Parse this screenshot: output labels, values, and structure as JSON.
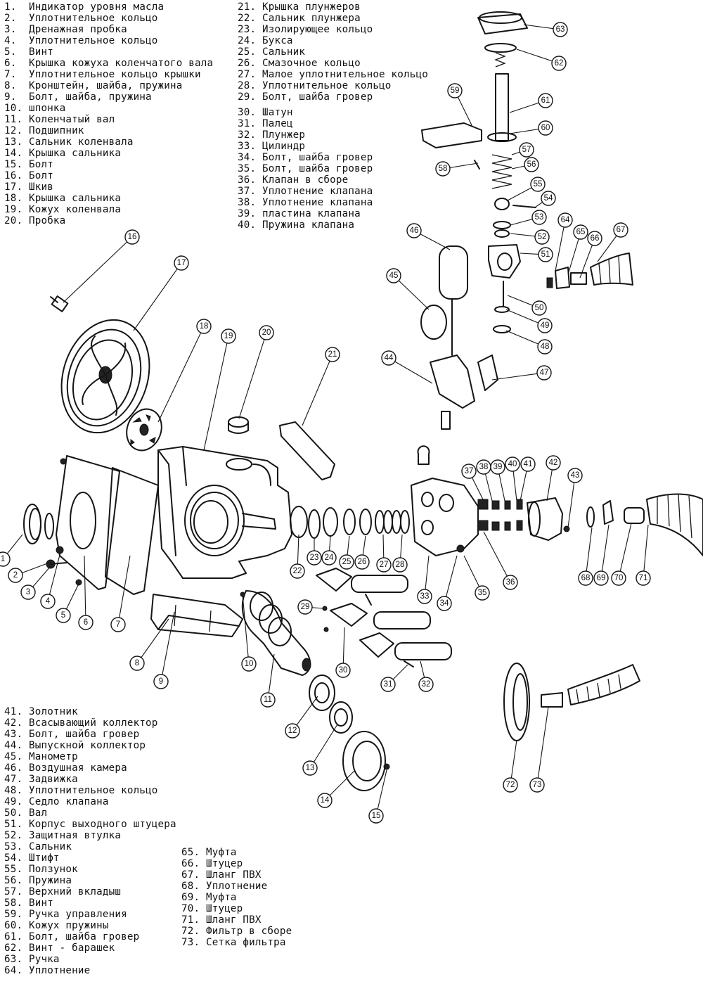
{
  "legend_top_left": [
    "1.  Индикатор уровня масла",
    "2.  Уплотнительное кольцо",
    "3.  Дренажная пробка",
    "4.  Уплотнительное кольцо",
    "5.  Винт",
    "6.  Крышка кожуха коленчатого вала",
    "7.  Уплотнительное кольцо крышки",
    "8.  Кронштейн, шайба, пружина",
    "9.  Болт, шайба, пружина",
    "10. шпонка",
    "11. Коленчатый вал",
    "12. Подшипник",
    "13. Сальник коленвала",
    "14. Крышка сальника",
    "15. Болт",
    "16. Болт",
    "17. Шкив",
    "18. Крышка сальника",
    "19. Кожух коленвала",
    "20. Пробка"
  ],
  "legend_top_right": [
    "21. Крышка плунжеров",
    "22. Сальник плунжера",
    "23. Изолирующее кольцо",
    "24. Букса",
    "25. Сальник",
    "26. Смазочное кольцо",
    "27. Малое уплотнительное кольцо",
    "28. Уплотнительное кольцо",
    "29. Болт, шайба гровер",
    "30. Шатун",
    "31. Палец",
    "32. Плунжер",
    "33. Цилиндр",
    "34. Болт, шайба гровер",
    "35. Болт, шайба гровер",
    "36. Клапан в сборе",
    "37. Уплотнение клапана",
    "38. Уплотнение клапана",
    "39. пластина клапана",
    "40. Пружина клапана"
  ],
  "legend_bottom_left": [
    "41. Золотник",
    "42. Всасывающий коллектор",
    "43. Болт, шайба гровер",
    "44. Выпускной коллектор",
    "45. Манометр",
    "46. Воздушная камера",
    "47. Задвижка",
    "48. Уплотнительное кольцо",
    "49. Седло клапана",
    "50. Вал",
    "51. Корпус выходного штуцера",
    "52. Защитная втулка",
    "53. Сальник",
    "54. Штифт",
    "55. Ползунок",
    "56. Пружина",
    "57. Верхний вкладыш",
    "58. Винт",
    "59. Ручка управления",
    "60. Кожух пружины",
    "61. Болт, шайба гровер",
    "62. Винт - барашек",
    "63. Ручка",
    "64. Уплотнение"
  ],
  "legend_bottom_right": [
    "65. Муфта",
    "66. Штуцер",
    "67. Шланг ПВХ",
    "68. Уплотнение",
    "69. Муфта",
    "70. Штуцер",
    "71. Шланг ПВХ",
    "72. Фильтр в сборе",
    "73. Сетка фильтра"
  ],
  "callouts": [
    "1",
    "2",
    "3",
    "4",
    "5",
    "6",
    "7",
    "8",
    "9",
    "10",
    "11",
    "12",
    "13",
    "14",
    "15",
    "16",
    "17",
    "18",
    "19",
    "20",
    "21",
    "22",
    "23",
    "24",
    "25",
    "26",
    "27",
    "28",
    "29",
    "30",
    "31",
    "32",
    "33",
    "34",
    "35",
    "36",
    "37",
    "38",
    "39",
    "40",
    "41",
    "42",
    "43",
    "44",
    "45",
    "46",
    "47",
    "48",
    "49",
    "50",
    "51",
    "52",
    "53",
    "54",
    "55",
    "56",
    "57",
    "58",
    "59",
    "60",
    "61",
    "62",
    "63",
    "64",
    "65",
    "66",
    "67",
    "68",
    "69",
    "70",
    "71",
    "72",
    "73"
  ]
}
